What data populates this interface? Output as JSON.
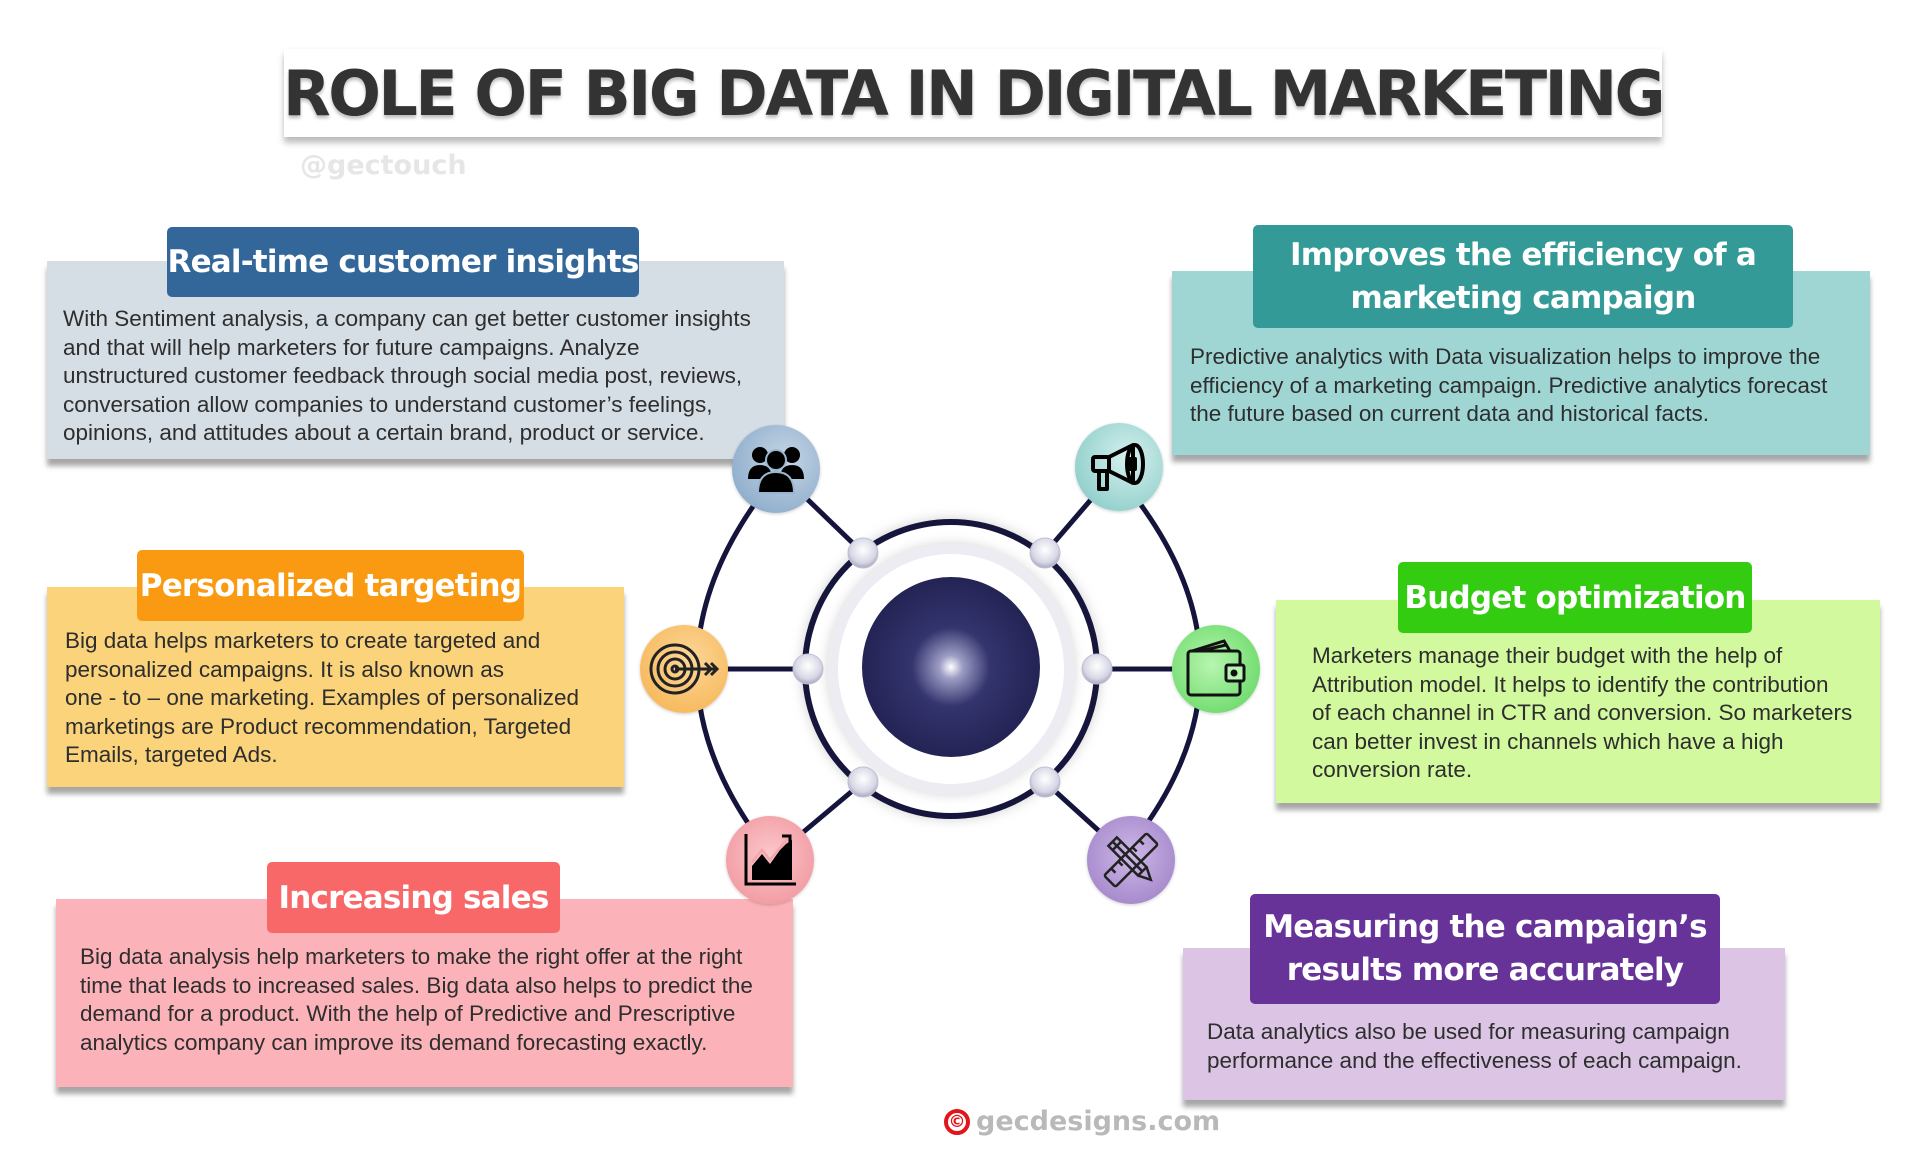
{
  "header": {
    "title": "ROLE OF BIG DATA IN DIGITAL MARKETING",
    "watermark": "@gectouch"
  },
  "cards": [
    {
      "id": "real-time-customer-insights",
      "title": "Real-time customer insights",
      "text": "With Sentiment analysis, a company can get better customer insights\nand that will help marketers for future campaigns. Analyze\nunstructured customer feedback through social media post, reviews,\nconversation allow companies to understand customer’s feelings,\nopinions, and attitudes about a certain brand, product or service.",
      "header_color": "#336699",
      "body_color": "#d5dde5",
      "icon": "people-group-icon"
    },
    {
      "id": "campaign-efficiency",
      "title": "Improves the efficiency of a marketing campaign",
      "text": "Predictive analytics with Data visualization helps to improve the\nefficiency of a marketing campaign. Predictive analytics forecast\nthe future based on current data and historical facts.",
      "header_color": "#339a97",
      "body_color": "#9fd6d4",
      "icon": "megaphone-icon"
    },
    {
      "id": "personalized-targeting",
      "title": "Personalized targeting",
      "text": "Big data helps marketers to create targeted and\npersonalized campaigns. It is also known as\none - to – one marketing. Examples of personalized\nmarketings are Product recommendation, Targeted\nEmails, targeted Ads.",
      "header_color": "#f99a12",
      "body_color": "#fad37a",
      "icon": "target-arrow-icon"
    },
    {
      "id": "budget-optimization",
      "title": "Budget optimization",
      "text": "Marketers manage their budget with the help of\nAttribution model. It helps to identify the contribution\nof each channel in CTR and conversion. So marketers\ncan better invest in channels which have a high\n conversion rate.",
      "header_color": "#33cc11",
      "body_color": "#d2f99e",
      "icon": "wallet-icon"
    },
    {
      "id": "increasing-sales",
      "title": "Increasing sales",
      "text": "Big data analysis help marketers to make the right offer at the right\ntime that leads to increased sales. Big data also helps to predict the\ndemand for a product. With the help of Predictive and Prescriptive\nanalytics company can improve its demand forecasting exactly.",
      "header_color": "#f86868",
      "body_color": "#fbb3b9",
      "icon": "growth-chart-icon"
    },
    {
      "id": "measuring-results",
      "title": "Measuring the campaign’s results more accurately",
      "text": "Data analytics also be used for measuring campaign\n performance and the effectiveness of each campaign.",
      "header_color": "#673399",
      "body_color": "#dbc4e4",
      "icon": "pencil-ruler-icon"
    }
  ],
  "diagram": {
    "hub_color": "#27275a",
    "line_color": "#14143c",
    "icon_colors": {
      "people": "#8fb0cf",
      "megaphone": "#8ccfcb",
      "target": "#f8bb57",
      "wallet": "#6edc6e",
      "chart": "#f49da4",
      "tools": "#a98ccc"
    }
  },
  "footer": {
    "copyright_symbol": "©",
    "site": "gecdesigns.com"
  }
}
